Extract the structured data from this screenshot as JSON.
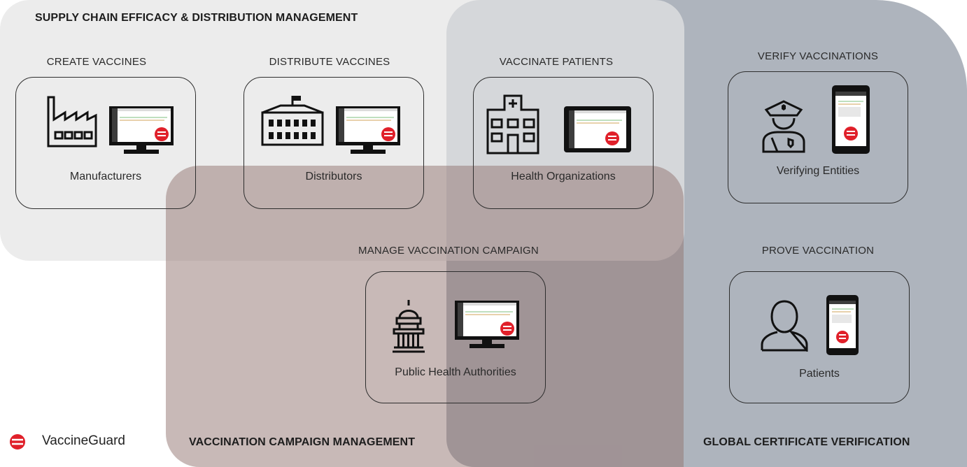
{
  "regions": {
    "supply": "SUPPLY CHAIN EFFICACY & DISTRIBUTION MANAGEMENT",
    "campaign": "VACCINATION CAMPAIGN MANAGEMENT",
    "global": "GLOBAL CERTIFICATE VERIFICATION"
  },
  "stages": [
    {
      "caption": "CREATE VACCINES",
      "label": "Manufacturers",
      "icon": "factory-icon",
      "device": "monitor-icon"
    },
    {
      "caption": "DISTRIBUTE VACCINES",
      "label": "Distributors",
      "icon": "warehouse-icon",
      "device": "monitor-icon"
    },
    {
      "caption": "VACCINATE PATIENTS",
      "label": "Health Organizations",
      "icon": "hospital-icon",
      "device": "tablet-icon"
    },
    {
      "caption": "VERIFY VACCINATIONS",
      "label": "Verifying Entities",
      "icon": "police-officer-icon",
      "device": "phone-icon"
    },
    {
      "caption": "MANAGE VACCINATION CAMPAIGN",
      "label": "Public Health Authorities",
      "icon": "capitol-icon",
      "device": "monitor-icon"
    },
    {
      "caption": "PROVE VACCINATION",
      "label": "Patients",
      "icon": "person-icon",
      "device": "phone-icon"
    }
  ],
  "brand": {
    "name": "VaccineGuard",
    "color": "#e0202a"
  }
}
